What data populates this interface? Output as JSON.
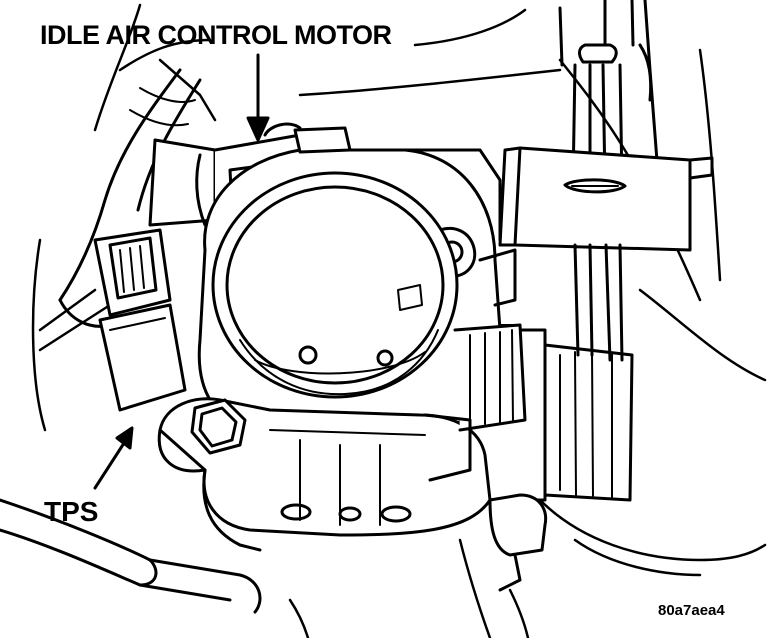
{
  "callouts": {
    "idle_air_control_motor": "IDLE AIR CONTROL MOTOR",
    "tps": "TPS"
  },
  "figure_id": "80a7aea4",
  "colors": {
    "ink": "#000000",
    "paper": "#ffffff"
  }
}
